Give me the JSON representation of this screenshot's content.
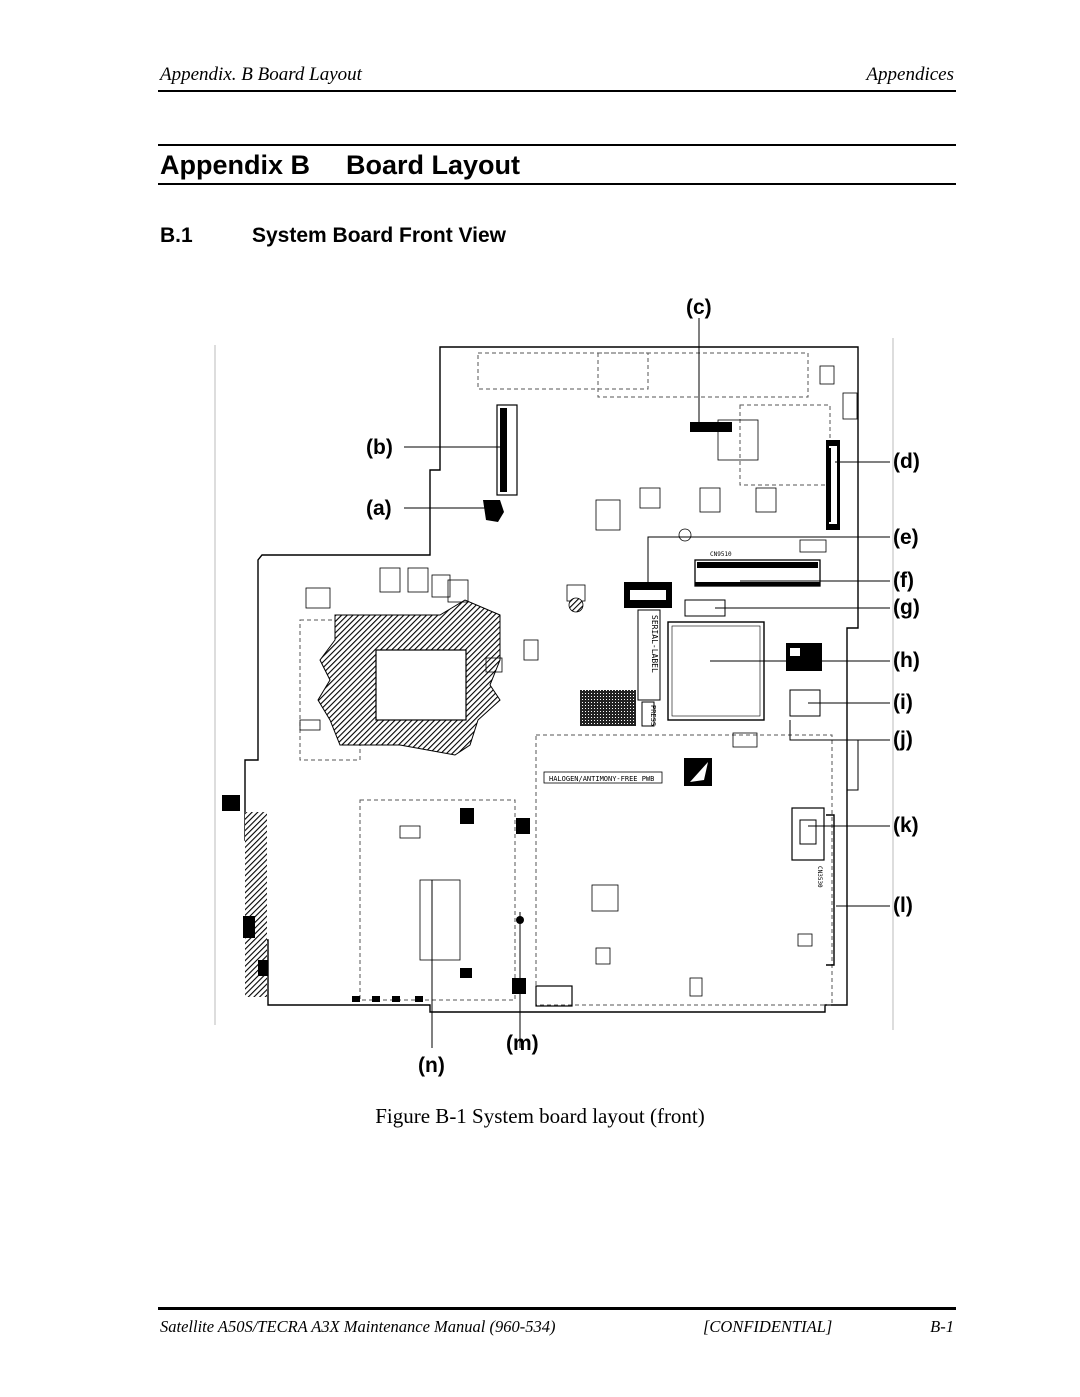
{
  "header": {
    "left": "Appendix. B Board Layout",
    "right": "Appendices"
  },
  "title": {
    "number": "Appendix B",
    "text": "Board Layout"
  },
  "section": {
    "number": "B.1",
    "text": "System Board Front View"
  },
  "figure": {
    "callouts": {
      "a": "(a)",
      "b": "(b)",
      "c": "(c)",
      "d": "(d)",
      "e": "(e)",
      "f": "(f)",
      "g": "(g)",
      "h": "(h)",
      "i": "(i)",
      "j": "(j)",
      "k": "(k)",
      "l": "(l)",
      "m": "(m)",
      "n": "(n)"
    },
    "board_text": {
      "pwb_label": "HALOGEN/ANTIMONY-FREE PWB",
      "serial_label": "SERIAL-LABEL",
      "connector_1": "CN9510",
      "connector_2": "CN3530",
      "press": "PRESS"
    },
    "caption": "Figure B-1 System board layout (front)"
  },
  "footer": {
    "manual": "Satellite A50S/TECRA A3X Maintenance Manual (960-534)",
    "confidential": "[CONFIDENTIAL]",
    "page": "B-1"
  }
}
